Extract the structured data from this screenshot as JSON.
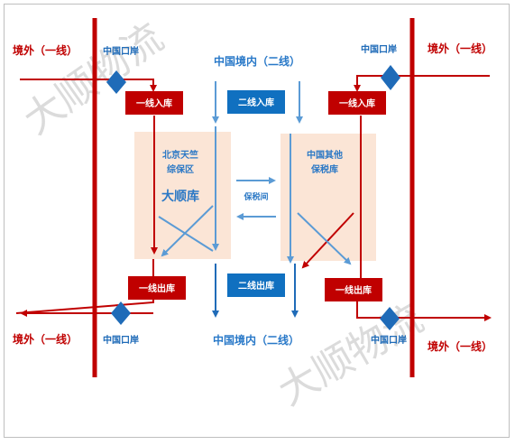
{
  "watermark": "大顺物流",
  "labels": {
    "outside_left_top": "境外（一线）",
    "outside_right_top": "境外（一线）",
    "outside_left_bottom": "境外（一线）",
    "outside_right_bottom": "境外（一线）",
    "port_left_top": "中国口岸",
    "port_right_top": "中国口岸",
    "port_left_bottom": "中国口岸",
    "port_right_bottom": "中国口岸",
    "domestic_top": "中国境内（二线）",
    "domestic_bottom": "中国境内（二线）",
    "bonded_transfer": "保税间"
  },
  "boxes": {
    "left_in": "一线入库",
    "right_in": "一线入库",
    "left_out": "一线出库",
    "right_out": "一线出库",
    "mid_in": "二线入库",
    "mid_out": "二线出库"
  },
  "zones": {
    "left_line1": "北京天竺",
    "left_line2": "综保区",
    "left_name": "大顺库",
    "right_line1": "中国其他",
    "right_line2": "保税库"
  },
  "colors": {
    "red": "#c00000",
    "blue_box": "#1070c0",
    "light_blue": "#5b9bd5",
    "zone_fill": "#fbe5d6",
    "diamond": "#1f6bb8"
  }
}
